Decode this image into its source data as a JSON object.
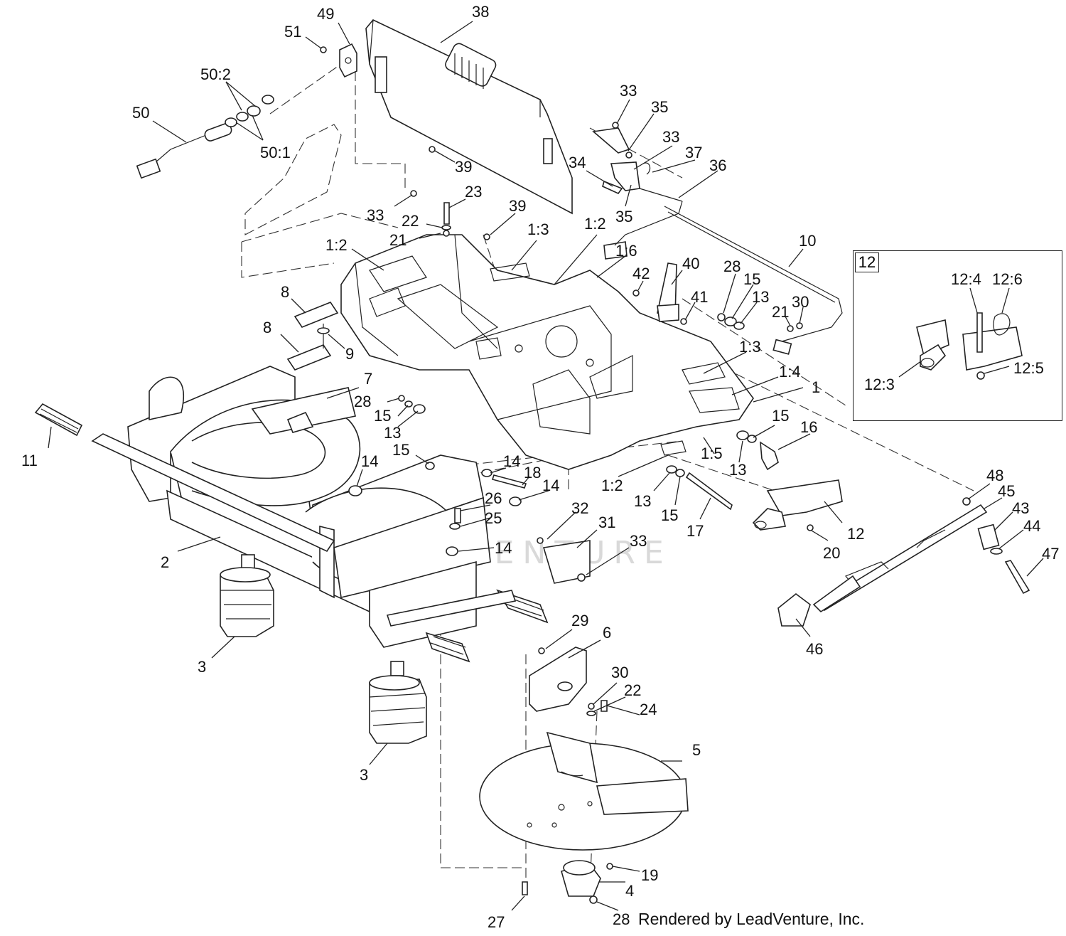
{
  "diagram": {
    "watermark": "LEADVENTURE",
    "credit": "Rendered by LeadVenture, Inc.",
    "inset_label": "12",
    "callouts": [
      {
        "id": "c49",
        "text": "49"
      },
      {
        "id": "c51",
        "text": "51"
      },
      {
        "id": "c38",
        "text": "38"
      },
      {
        "id": "c50_2",
        "text": "50:2"
      },
      {
        "id": "c50",
        "text": "50"
      },
      {
        "id": "c50_1",
        "text": "50:1"
      },
      {
        "id": "c39a",
        "text": "39"
      },
      {
        "id": "c33a",
        "text": "33"
      },
      {
        "id": "c35a",
        "text": "35"
      },
      {
        "id": "c33b",
        "text": "33"
      },
      {
        "id": "c37",
        "text": "37"
      },
      {
        "id": "c34",
        "text": "34"
      },
      {
        "id": "c36",
        "text": "36"
      },
      {
        "id": "c35b",
        "text": "35"
      },
      {
        "id": "c23",
        "text": "23"
      },
      {
        "id": "c33c",
        "text": "33"
      },
      {
        "id": "c22a",
        "text": "22"
      },
      {
        "id": "c39b",
        "text": "39"
      },
      {
        "id": "c21a",
        "text": "21"
      },
      {
        "id": "c1_3a",
        "text": "1:3"
      },
      {
        "id": "c1_2a",
        "text": "1:2"
      },
      {
        "id": "c1_2b",
        "text": "1:2"
      },
      {
        "id": "c1_6",
        "text": "1:6"
      },
      {
        "id": "c10",
        "text": "10"
      },
      {
        "id": "c42",
        "text": "42"
      },
      {
        "id": "c40",
        "text": "40"
      },
      {
        "id": "c28a",
        "text": "28"
      },
      {
        "id": "c15a",
        "text": "15"
      },
      {
        "id": "c13a",
        "text": "13"
      },
      {
        "id": "c21b",
        "text": "21"
      },
      {
        "id": "c30a",
        "text": "30"
      },
      {
        "id": "c41",
        "text": "41"
      },
      {
        "id": "c8a",
        "text": "8"
      },
      {
        "id": "c8b",
        "text": "8"
      },
      {
        "id": "c9",
        "text": "9"
      },
      {
        "id": "c1_3b",
        "text": "1:3"
      },
      {
        "id": "c1_4",
        "text": "1:4"
      },
      {
        "id": "c1",
        "text": "1"
      },
      {
        "id": "c7",
        "text": "7"
      },
      {
        "id": "c28b",
        "text": "28"
      },
      {
        "id": "c15b",
        "text": "15"
      },
      {
        "id": "c13b",
        "text": "13"
      },
      {
        "id": "c11",
        "text": "11"
      },
      {
        "id": "c15c",
        "text": "15"
      },
      {
        "id": "c16",
        "text": "16"
      },
      {
        "id": "c14a",
        "text": "14"
      },
      {
        "id": "c15d",
        "text": "15"
      },
      {
        "id": "c14b",
        "text": "14"
      },
      {
        "id": "c18",
        "text": "18"
      },
      {
        "id": "c14c",
        "text": "14"
      },
      {
        "id": "c1_5",
        "text": "1:5"
      },
      {
        "id": "c13c",
        "text": "13"
      },
      {
        "id": "c1_2c",
        "text": "1:2"
      },
      {
        "id": "c26",
        "text": "26"
      },
      {
        "id": "c25",
        "text": "25"
      },
      {
        "id": "c13d",
        "text": "13"
      },
      {
        "id": "c15e",
        "text": "15"
      },
      {
        "id": "c17",
        "text": "17"
      },
      {
        "id": "c12",
        "text": "12"
      },
      {
        "id": "c32",
        "text": "32"
      },
      {
        "id": "c31",
        "text": "31"
      },
      {
        "id": "c14d",
        "text": "14"
      },
      {
        "id": "c33d",
        "text": "33"
      },
      {
        "id": "c2",
        "text": "2"
      },
      {
        "id": "c20",
        "text": "20"
      },
      {
        "id": "c48",
        "text": "48"
      },
      {
        "id": "c45",
        "text": "45"
      },
      {
        "id": "c43",
        "text": "43"
      },
      {
        "id": "c44",
        "text": "44"
      },
      {
        "id": "c47",
        "text": "47"
      },
      {
        "id": "c46",
        "text": "46"
      },
      {
        "id": "c29",
        "text": "29"
      },
      {
        "id": "c6",
        "text": "6"
      },
      {
        "id": "c3a",
        "text": "3"
      },
      {
        "id": "c30b",
        "text": "30"
      },
      {
        "id": "c22b",
        "text": "22"
      },
      {
        "id": "c24",
        "text": "24"
      },
      {
        "id": "c5",
        "text": "5"
      },
      {
        "id": "c3b",
        "text": "3"
      },
      {
        "id": "c19",
        "text": "19"
      },
      {
        "id": "c4",
        "text": "4"
      },
      {
        "id": "c27",
        "text": "27"
      },
      {
        "id": "c28c",
        "text": "28"
      },
      {
        "id": "c12_4",
        "text": "12:4"
      },
      {
        "id": "c12_6",
        "text": "12:6"
      },
      {
        "id": "c12_3",
        "text": "12:3"
      },
      {
        "id": "c12_5",
        "text": "12:5"
      }
    ]
  }
}
